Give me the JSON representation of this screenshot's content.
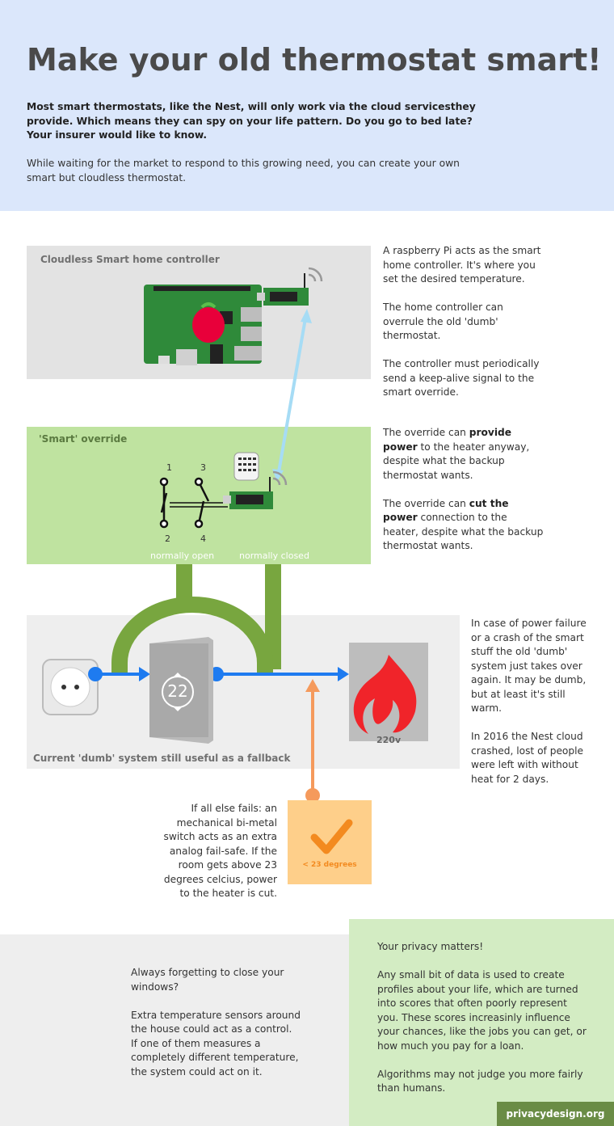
{
  "header": {
    "title": "Make your old thermostat smart!",
    "lead": "Most smart thermostats, like the Nest, will only work via the cloud servicesthey provide. Which means they can spy on your life pattern. Do you go to bed late? Your insurer would like to know.",
    "intro": "While waiting for the market to respond to this growing need, you can create your own smart but cloudless thermostat."
  },
  "controller": {
    "title": "Cloudless Smart home controller",
    "text1": "A raspberry Pi acts as the smart home controller. It's where you set the desired temperature.",
    "text2": "The home controller can overrule the old 'dumb' thermostat.",
    "text3": "The controller must periodically send a keep-alive signal to the smart override."
  },
  "override": {
    "title": "'Smart' override",
    "text1_pre": "The override can ",
    "text1_bold": "provide power",
    "text1_post": " to the heater anyway, despite what the backup thermostat wants.",
    "text2_pre": "The override can ",
    "text2_bold": "cut the power",
    "text2_post": " connection to the heater, despite what the backup thermostat wants.",
    "label_open": "normally open",
    "label_closed": "normally closed",
    "pin1": "1",
    "pin2": "2",
    "pin3": "3",
    "pin4": "4"
  },
  "dumb": {
    "title": "Current 'dumb' system still useful as a fallback",
    "thermostat_value": "22",
    "heater_label": "220v",
    "text1": "In case of power failure or a crash of the smart stuff the old 'dumb' system just takes over again. It may be dumb, but at least it's still warm.",
    "text2": "In 2016 the Nest cloud crashed, lost of people were left with without heat for 2 days."
  },
  "failsafe": {
    "text": "If all else fails: an mechanical bi-metal switch acts as an extra analog fail-safe. If the room gets above 23 degrees celcius, power to the heater is cut.",
    "label": "< 23 degrees"
  },
  "sensors": {
    "text1": "Always forgetting to close your windows?",
    "text2": "Extra temperature sensors around the house could act as a control. If one of them measures a completely different temperature, the system could act on it."
  },
  "privacy": {
    "heading": "Your privacy matters!",
    "text1": "Any small bit of data is used to create profiles about your life, which are turned into scores that often poorly represent you. These scores increasinly influence your chances, like the jobs you can get, or how much you pay for a loan.",
    "text2": "Algorithms may not judge you more fairly than humans.",
    "badge": "privacydesign.org"
  },
  "colors": {
    "header_bg": "#dbe7fb",
    "green_box": "#bfe3a0",
    "green_pipe": "#78a63f",
    "blue_arrow": "#1e7bf0",
    "light_blue_arrow": "#a6dcf5",
    "orange": "#f59a5c",
    "flame": "#f0242a"
  }
}
